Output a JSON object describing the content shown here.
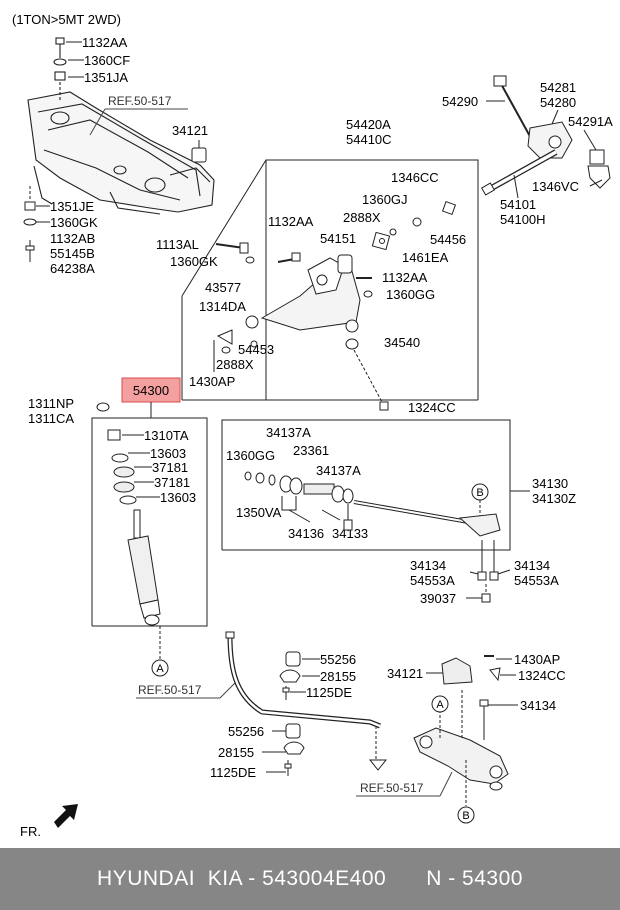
{
  "header": {
    "variant": "(1TON>5MT 2WD)"
  },
  "refs": {
    "ref1": "REF.50-517",
    "ref2": "REF.50-517",
    "ref3": "REF.50-517"
  },
  "circle_labels": {
    "a": "A",
    "b": "B"
  },
  "highlight": {
    "part": "54300",
    "color": "#f4a0a0",
    "border": "#d84a4a"
  },
  "parts": {
    "p1132AA_top": "1132AA",
    "p1360CF": "1360CF",
    "p1351JA": "1351JA",
    "p34121_top": "34121",
    "p1351JE": "1351JE",
    "p1360GK_l": "1360GK",
    "p1132AB": "1132AB",
    "p55145B": "55145B",
    "p64238A": "64238A",
    "p54420A": "54420A",
    "p54410C": "54410C",
    "p54281": "54281",
    "p54280": "54280",
    "p54290": "54290",
    "p54291A": "54291A",
    "p1346VC": "1346VC",
    "p54101": "54101",
    "p54100H": "54100H",
    "p1346CC": "1346CC",
    "p1360GJ": "1360GJ",
    "p2888X_a": "2888X",
    "p1132AA_mid": "1132AA",
    "p54151": "54151",
    "p54456": "54456",
    "p1461EA": "1461EA",
    "p1113AL": "1113AL",
    "p1360GK_m": "1360GK",
    "p1132AA_r": "1132AA",
    "p1360GG_r": "1360GG",
    "p43577": "43577",
    "p1314DA": "1314DA",
    "p54453": "54453",
    "p2888X_b": "2888X",
    "p1430AP_m": "1430AP",
    "p34540": "34540",
    "p1324CC_m": "1324CC",
    "p1311NP": "1311NP",
    "p1311CA": "1311CA",
    "p1310TA": "1310TA",
    "p13603_a": "13603",
    "p37181_a": "37181",
    "p37181_b": "37181",
    "p13603_b": "13603",
    "p34137A_a": "34137A",
    "p23361": "23361",
    "p1360GG_l": "1360GG",
    "p34137A_b": "34137A",
    "p1350VA": "1350VA",
    "p34136": "34136",
    "p34133": "34133",
    "p34130": "34130",
    "p34130Z": "34130Z",
    "p34134_l": "34134",
    "p54553A_l": "54553A",
    "p34134_r": "34134",
    "p54553A_r": "54553A",
    "p39037": "39037",
    "p55256_a": "55256",
    "p28155_a": "28155",
    "p1125DE_a": "1125DE",
    "p55256_b": "55256",
    "p28155_b": "28155",
    "p1125DE_b": "1125DE",
    "p34121_low": "34121",
    "p1430AP_low": "1430AP",
    "p1324CC_low": "1324CC",
    "p34134_low": "34134",
    "fr": "FR."
  },
  "footer": {
    "brand": "HYUNDAI  KIA - 543004E400",
    "number": "N - 54300"
  }
}
